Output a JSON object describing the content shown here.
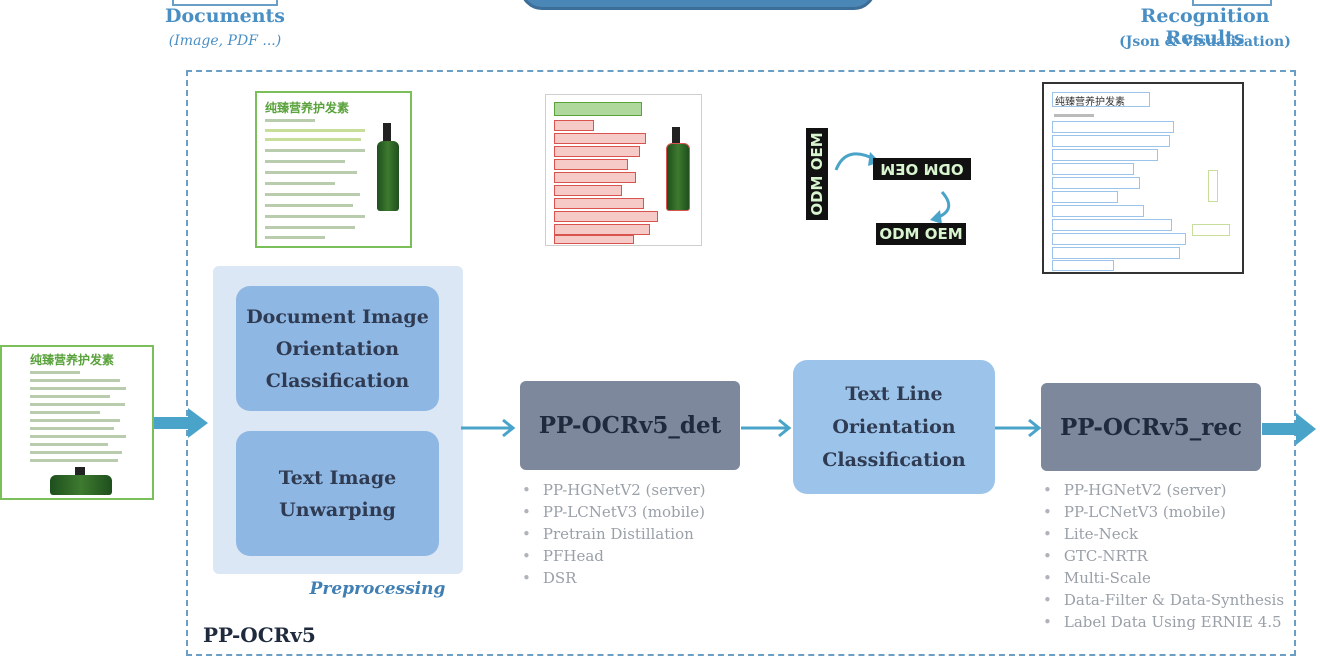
{
  "header": {
    "documents_title": "Documents",
    "documents_sub": "(Image,  PDF ...)",
    "results_title": "Recognition Results",
    "results_sub": "(Json & Visualization)"
  },
  "pipeline": {
    "frame_label": "PP-OCRv5",
    "preprocessing": {
      "label": "Preprocessing",
      "box1": "Document Image\nOrientation\nClassification",
      "box2": "Text Image\nUnwarping"
    },
    "det": {
      "label": "PP-OCRv5_det",
      "features": [
        "PP-HGNetV2 (server)",
        "PP-LCNetV3 (mobile)",
        "Pretrain Distillation",
        "PFHead",
        "DSR"
      ]
    },
    "textline": {
      "label": "Text Line\nOrientation\nClassification"
    },
    "rec": {
      "label": "PP-OCRv5_rec",
      "features": [
        "PP-HGNetV2 (server)",
        "PP-LCNetV3 (mobile)",
        "Lite-Neck",
        "GTC-NRTR",
        "Multi-Scale",
        "Data-Filter & Data-Synthesis",
        "Label Data Using ERNIE 4.5"
      ]
    }
  },
  "samples": {
    "doc_title": "纯臻营养护发素",
    "odm_text": "ODM OEM"
  },
  "colors": {
    "accent": "#4a8fc4",
    "arrow": "#4aa3c9",
    "pre_box": "#8fb7e3",
    "dark_box": "#7d889c"
  }
}
